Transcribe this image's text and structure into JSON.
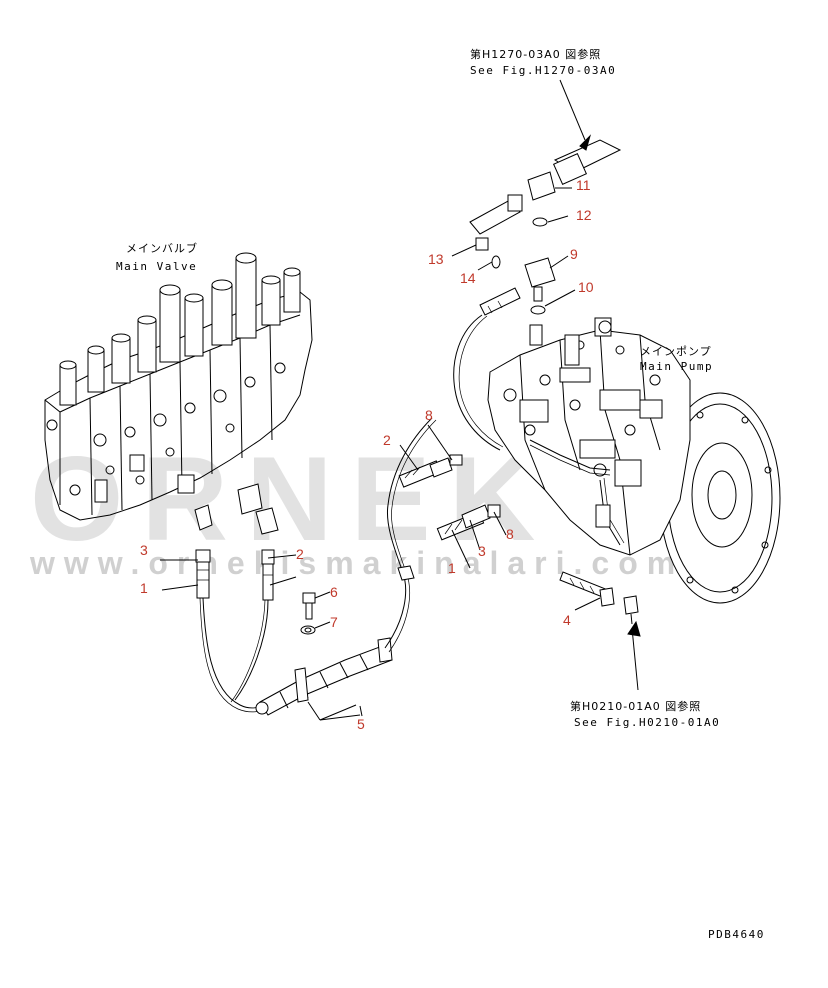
{
  "labels": {
    "main_valve_jp": "メインバルブ",
    "main_valve_en": "Main Valve",
    "main_pump_jp": "メインポンプ",
    "main_pump_en": "Main Pump",
    "ref_top_jp": "第H1270-03A0 図参照",
    "ref_top_en": "See Fig.H1270-03A0",
    "ref_bottom_jp": "第H0210-01A0 図参照",
    "ref_bottom_en": "See Fig.H0210-01A0",
    "drawing_code": "PDB4640"
  },
  "watermark": {
    "big": "ORNEK",
    "url": "www.ornekismakinalari.com.tr"
  },
  "part_numbers": {
    "n1a": "1",
    "n1b": "1",
    "n2a": "2",
    "n2b": "2",
    "n3a": "3",
    "n3b": "3",
    "n4": "4",
    "n5": "5",
    "n6": "6",
    "n7": "7",
    "n8a": "8",
    "n8b": "8",
    "n9": "9",
    "n10": "10",
    "n11": "11",
    "n12": "12",
    "n13": "13",
    "n14": "14"
  },
  "colors": {
    "part_number": "#c0392b",
    "line": "#000000",
    "watermark": "#969696"
  }
}
